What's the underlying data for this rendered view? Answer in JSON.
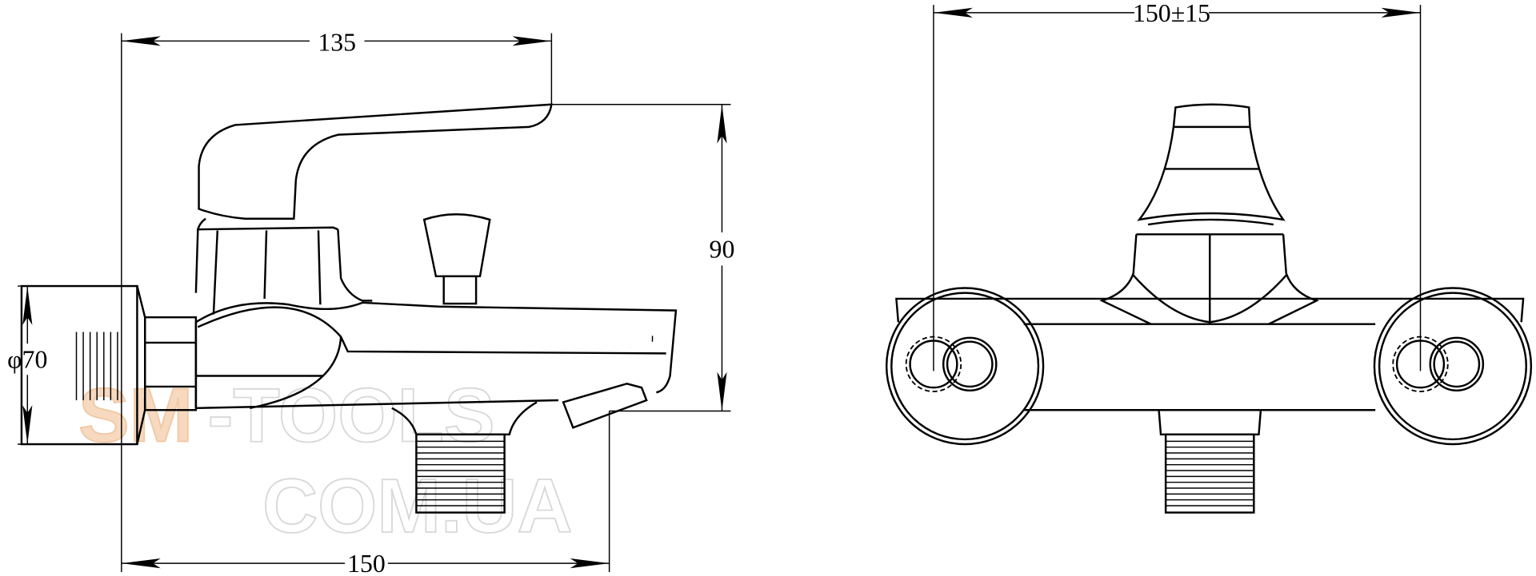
{
  "drawing": {
    "side_view": {
      "dim_top": "135",
      "dim_height": "90",
      "dim_flange": "φ70",
      "dim_bottom": "150"
    },
    "front_view": {
      "dim_top": "150±15"
    }
  },
  "watermark": {
    "line1_a": "SM",
    "line1_b": "-TOOLS",
    "line2": "COM.UA"
  },
  "colors": {
    "line": "#000000",
    "watermark_accent": "#f6d9bf"
  }
}
